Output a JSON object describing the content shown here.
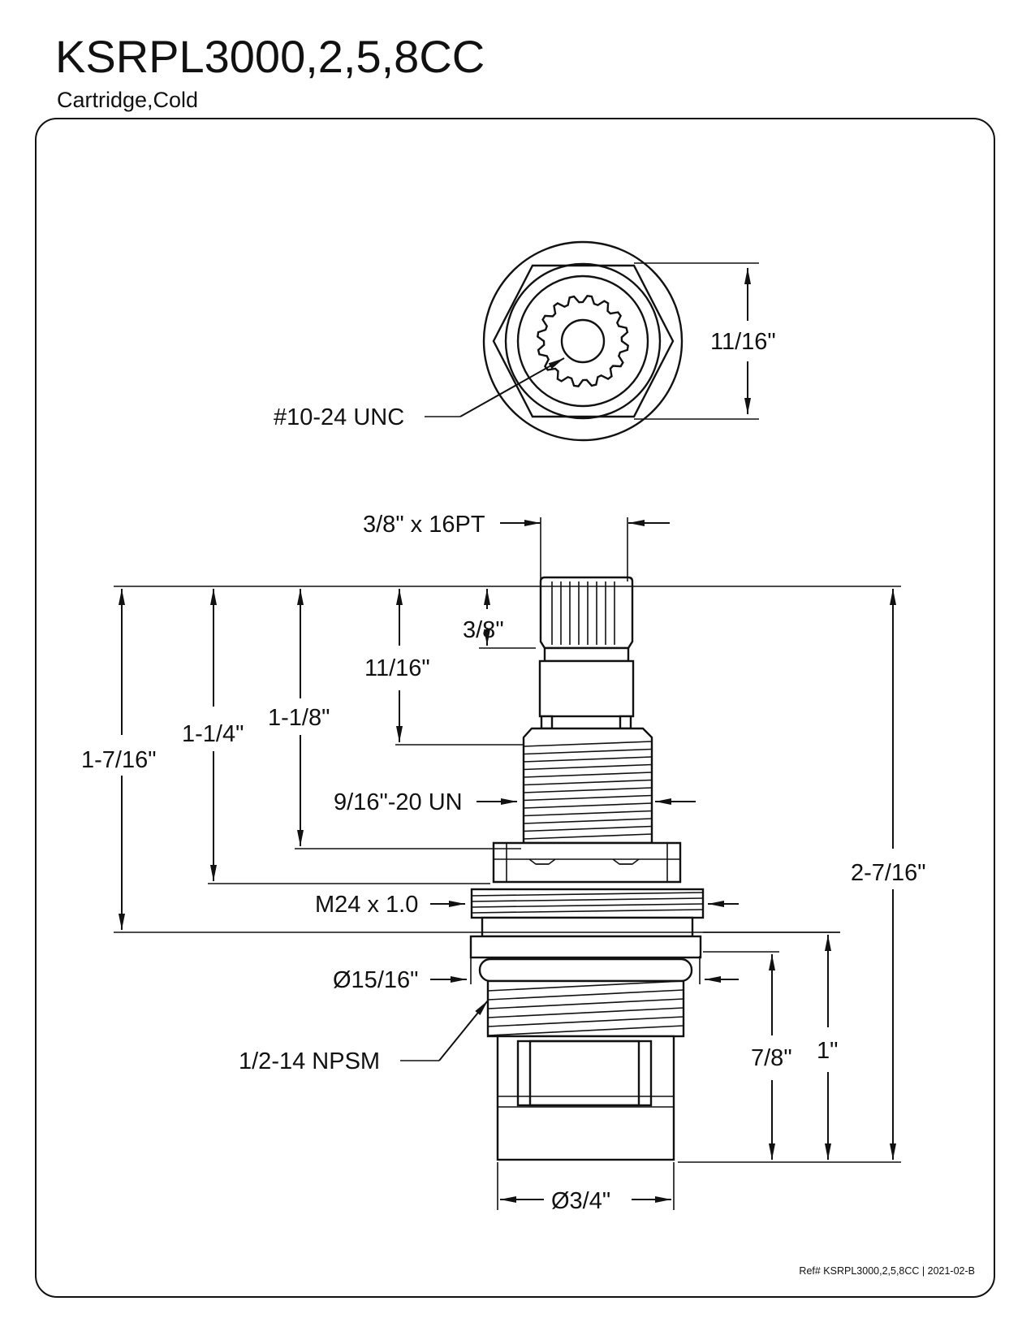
{
  "header": {
    "title": "KSRPL3000,2,5,8CC",
    "subtitle": "Cartridge,Cold"
  },
  "top_view": {
    "hex_width_label": "11/16\"",
    "thread_label": "#10-24 UNC"
  },
  "side_view": {
    "spline_label": "3/8\" x 16PT",
    "spline_height_label": "3/8\"",
    "stem_height_label": "11/16\"",
    "height_1_1_8_label": "1-1/8\"",
    "height_1_1_4_label": "1-1/4\"",
    "height_1_7_16_label": "1-7/16\"",
    "overall_height_label": "2-7/16\"",
    "upper_thread_label": "9/16\"-20 UN",
    "metric_thread_label": "M24 x 1.0",
    "oring_diameter_label": "Ø15/16\"",
    "npsm_label": "1/2-14 NPSM",
    "lower_7_8_label": "7/8\"",
    "lower_1_label": "1\"",
    "base_diameter_label": "Ø3/4\""
  },
  "footer": {
    "reference": "Ref# KSRPL3000,2,5,8CC | 2021-02-B"
  }
}
